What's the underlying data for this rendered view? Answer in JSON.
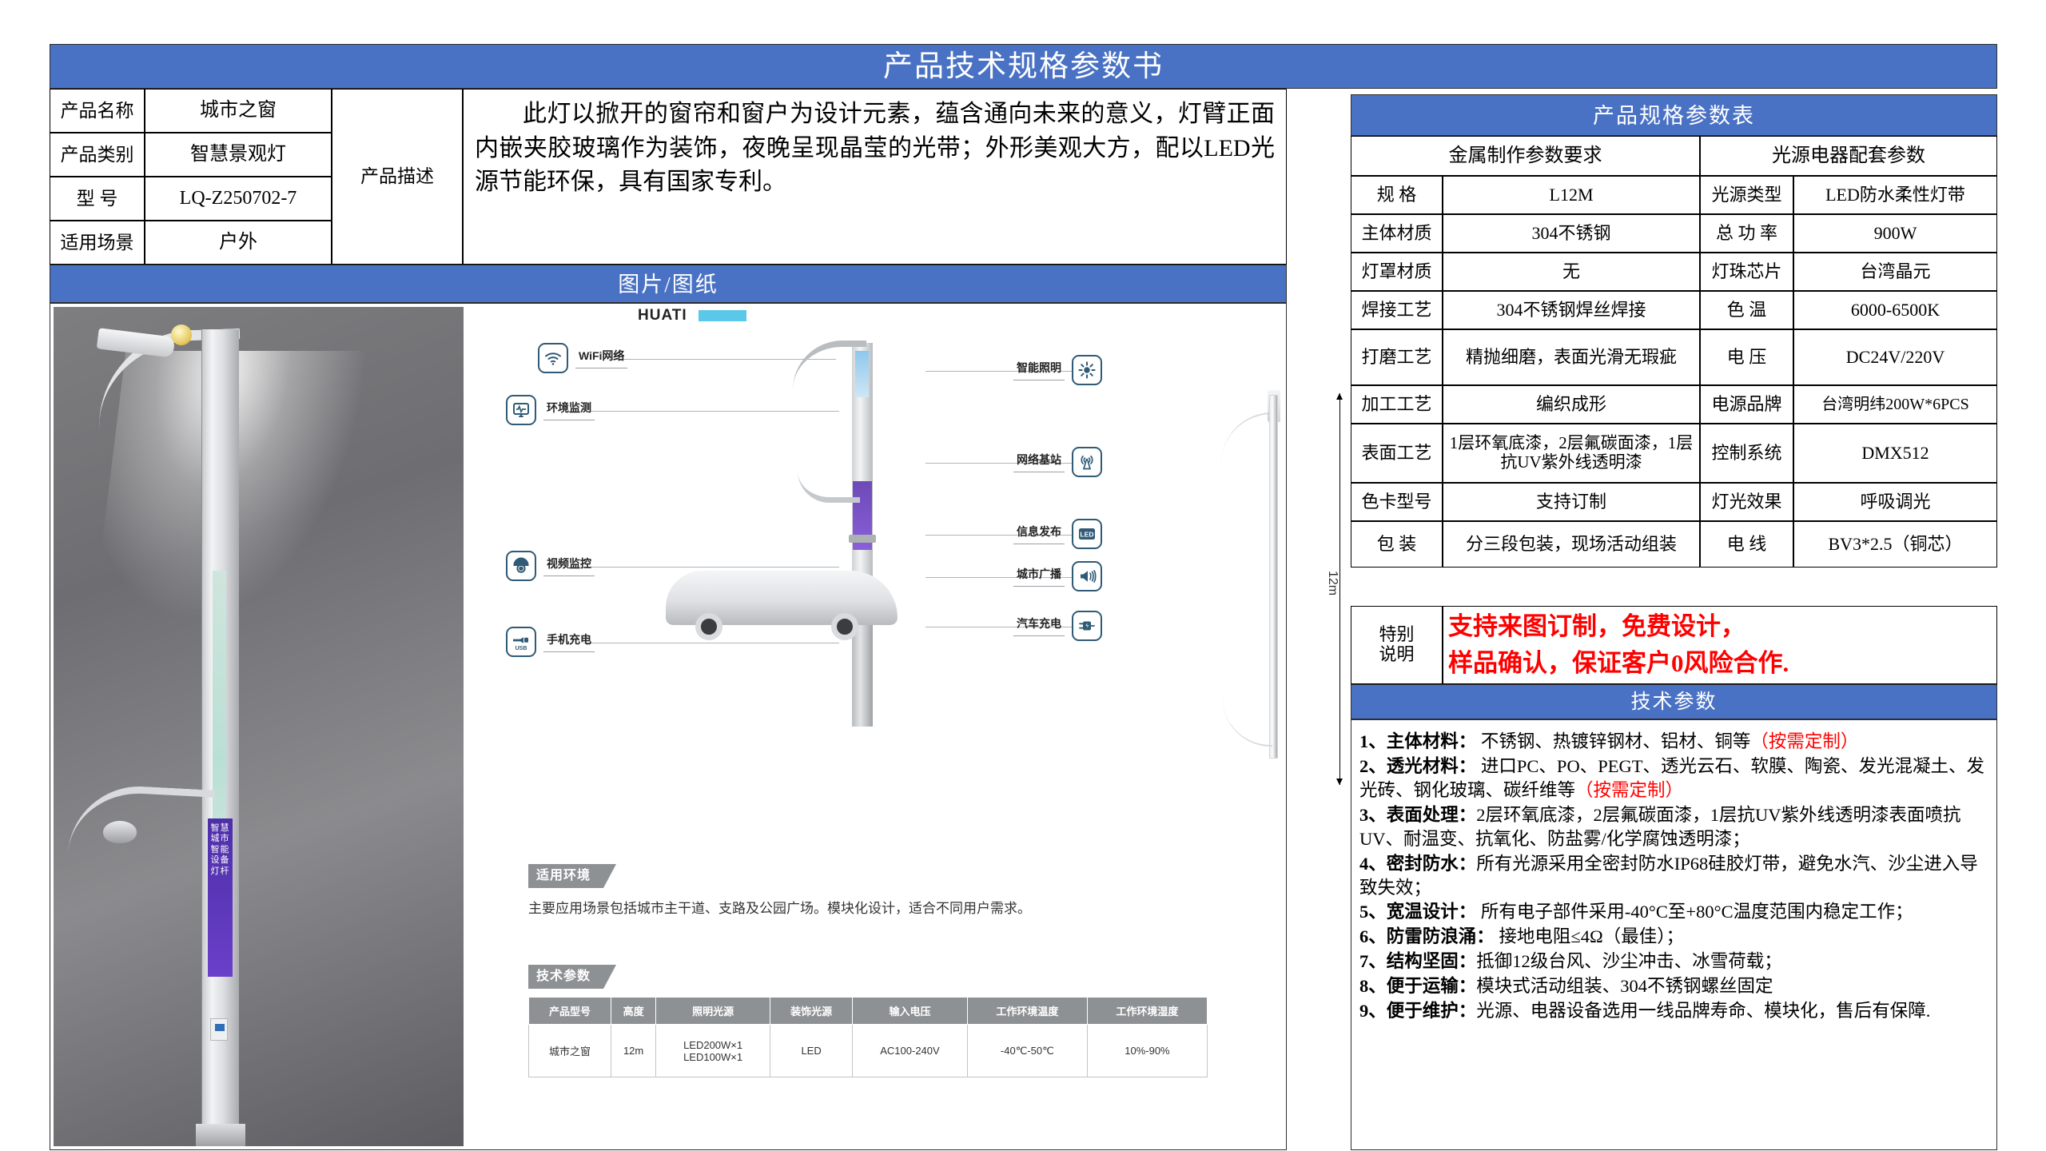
{
  "doc": {
    "title": "产品技术规格参数书"
  },
  "left_info": {
    "rows": [
      {
        "key": "产品名称",
        "value": "城市之窗"
      },
      {
        "key": "产品类别",
        "value": "智慧景观灯"
      },
      {
        "key": "型  号",
        "value": "LQ-Z250702-7"
      },
      {
        "key": "适用场景",
        "value": "户外"
      }
    ],
    "desc_key": "产品描述",
    "desc_value": "此灯以掀开的窗帘和窗户为设计元素，蕴含通向未来的意义，灯臂正面内嵌夹胶玻璃作为装饰，夜晚呈现晶莹的光带；外形美观大方，配以LED光源节能环保，具有国家专利。"
  },
  "drawings": {
    "band_title": "图片/图纸",
    "brand": "HUATI",
    "features_left": [
      {
        "label": "WiFi网络",
        "icon": "wifi-icon"
      },
      {
        "label": "环境监测",
        "icon": "environment-monitor-icon"
      },
      {
        "label": "视频监控",
        "icon": "cctv-camera-icon"
      },
      {
        "label": "手机充电",
        "icon": "usb-charging-icon"
      }
    ],
    "features_right": [
      {
        "label": "智能照明",
        "icon": "smart-lighting-icon"
      },
      {
        "label": "网络基站",
        "icon": "base-station-icon"
      },
      {
        "label": "信息发布",
        "icon": "led-display-icon"
      },
      {
        "label": "城市广播",
        "icon": "loudspeaker-icon"
      },
      {
        "label": "汽车充电",
        "icon": "ev-charging-icon"
      }
    ],
    "pole_banner": "智慧城市智能设备灯杆",
    "dimension": "12m",
    "env_tag": "适用环境",
    "env_text": "主要应用场景包括城市主干道、支路及公园广场。模块化设计，适合不同用户需求。",
    "mini_tag": "技术参数",
    "mini_headers": [
      "产品型号",
      "高度",
      "照明光源",
      "装饰光源",
      "输入电压",
      "工作环境温度",
      "工作环境湿度"
    ],
    "mini_row": [
      "城市之窗",
      "12m",
      "LED200W×1\nLED100W×1",
      "LED",
      "AC100-240V",
      "-40℃-50℃",
      "10%-90%"
    ]
  },
  "spec": {
    "band_title": "产品规格参数表",
    "group_left": "金属制作参数要求",
    "group_right": "光源电器配套参数",
    "rows": [
      {
        "k1": "规  格",
        "v1": "L12M",
        "k2": "光源类型",
        "v2": "LED防水柔性灯带"
      },
      {
        "k1": "主体材质",
        "v1": "304不锈钢",
        "k2": "总 功 率",
        "v2": "900W"
      },
      {
        "k1": "灯罩材质",
        "v1": "无",
        "k2": "灯珠芯片",
        "v2": "台湾晶元"
      },
      {
        "k1": "焊接工艺",
        "v1": "304不锈钢焊丝焊接",
        "k2": "色    温",
        "v2": "6000-6500K"
      },
      {
        "k1": "打磨工艺",
        "v1": "精抛细磨，表面光滑无瑕疵",
        "k2": "电    压",
        "v2": "DC24V/220V"
      },
      {
        "k1": "加工工艺",
        "v1": "编织成形",
        "k2": "电源品牌",
        "v2": "台湾明纬200W*6PCS"
      },
      {
        "k1": "表面工艺",
        "v1": "1层环氧底漆，2层氟碳面漆，1层抗UV紫外线透明漆",
        "k2": "控制系统",
        "v2": "DMX512"
      },
      {
        "k1": "色卡型号",
        "v1": "支持订制",
        "k2": "灯光效果",
        "v2": "呼吸调光"
      },
      {
        "k1": "包    装",
        "v1": "分三段包装，现场活动组装",
        "k2": "电    线",
        "v2": "BV3*2.5（铜芯）"
      }
    ],
    "note_key_line1": "特别",
    "note_key_line2": "说明",
    "note_line1": "支持来图订制，免费设计，",
    "note_line2": "样品确认，保证客户0风险合作."
  },
  "tech": {
    "band_title": "技术参数",
    "items": [
      {
        "n": "1、",
        "head": "主体材料：",
        "body": "  不锈钢、热镀锌钢材、铝材、铜等",
        "red": "（按需定制）"
      },
      {
        "n": "2、",
        "head": "透光材料：",
        "body": "  进口PC、PO、PEGT、透光云石、软膜、陶瓷、发光混凝土、发光砖、钢化玻璃、碳纤维等",
        "red": "（按需定制）"
      },
      {
        "n": "3、",
        "head": "表面处理：",
        "body": "2层环氧底漆，2层氟碳面漆，1层抗UV紫外线透明漆表面喷抗UV、耐温变、抗氧化、防盐雾/化学腐蚀透明漆；",
        "red": ""
      },
      {
        "n": "4、",
        "head": "密封防水：",
        "body": "所有光源采用全密封防水IP68硅胶灯带，避免水汽、沙尘进入导致失效；",
        "red": ""
      },
      {
        "n": "5、",
        "head": "宽温设计：",
        "body": "  所有电子部件采用-40°C至+80°C温度范围内稳定工作；",
        "red": ""
      },
      {
        "n": "6、",
        "head": "防雷防浪涌：",
        "body": "  接地电阻≤4Ω（最佳）；",
        "red": ""
      },
      {
        "n": "7、",
        "head": "结构坚固：",
        "body": "抵御12级台风、沙尘冲击、冰雪荷载；",
        "red": ""
      },
      {
        "n": "8、",
        "head": "便于运输：",
        "body": "模块式活动组装、304不锈钢螺丝固定",
        "red": ""
      },
      {
        "n": "9、",
        "head": "便于维护：",
        "body": "光源、电器设备选用一线品牌寿命、模块化，售后有保障.",
        "red": ""
      }
    ]
  },
  "colors": {
    "band_blue": "#4a72c4",
    "note_red": "#ff0000",
    "panel_gray": "#8e9194"
  }
}
